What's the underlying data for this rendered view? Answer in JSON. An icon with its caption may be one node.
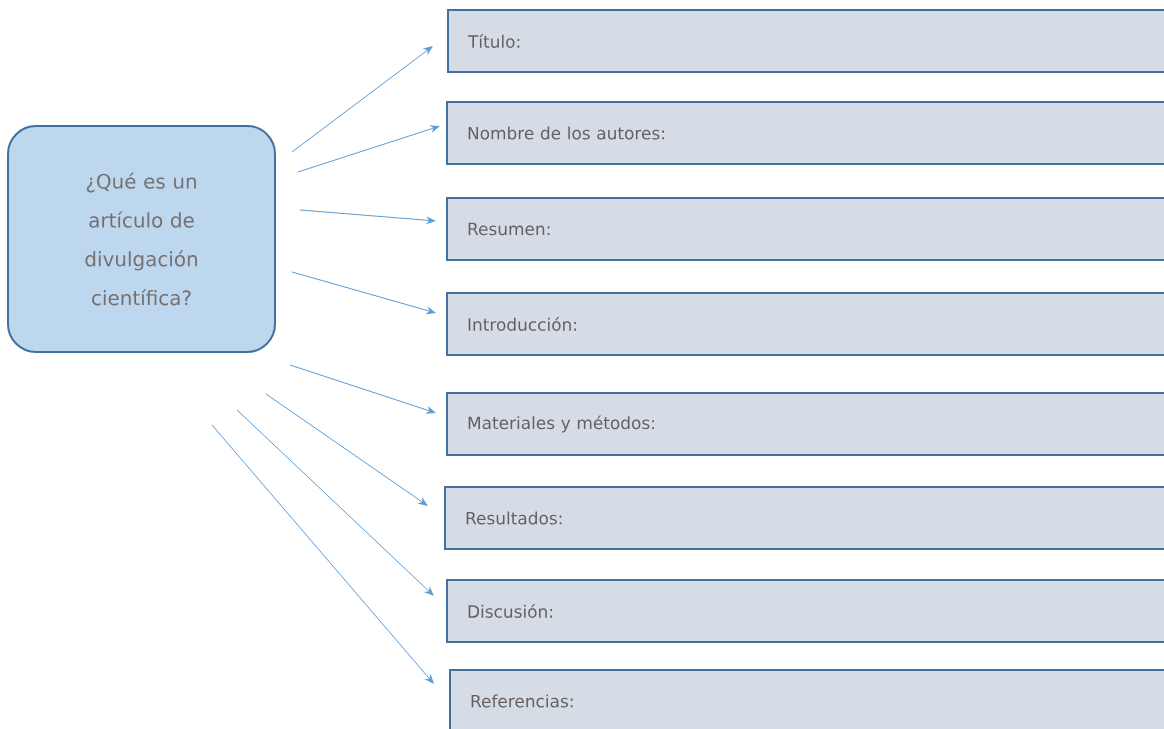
{
  "diagram": {
    "nodes": [
      {
        "text": [
          "¿Qué es un artículo de divulgación científica?"
        ]
      },
      {
        "text": [
          "Título:"
        ]
      },
      {
        "text": [
          "Nombre de los autores:"
        ]
      },
      {
        "text": [
          "Resumen:"
        ]
      },
      {
        "text": [
          "Introducción:"
        ]
      },
      {
        "text": [
          "Materiales y métodos:"
        ]
      },
      {
        "text": [
          "Resultados:"
        ]
      },
      {
        "text": [
          "Discusión:"
        ]
      },
      {
        "text": [
          "Referencias:"
        ]
      }
    ],
    "edges": [
      {
        "from": 0,
        "to": 1,
        "arrow": "to"
      },
      {
        "from": 0,
        "to": 2,
        "arrow": "to"
      },
      {
        "from": 0,
        "to": 3,
        "arrow": "to"
      },
      {
        "from": 0,
        "to": 4,
        "arrow": "to"
      },
      {
        "from": 0,
        "to": 5,
        "arrow": "to"
      },
      {
        "from": 0,
        "to": 6,
        "arrow": "to"
      },
      {
        "from": 0,
        "to": 7,
        "arrow": "to"
      },
      {
        "from": 0,
        "to": 8,
        "arrow": "to"
      }
    ]
  }
}
